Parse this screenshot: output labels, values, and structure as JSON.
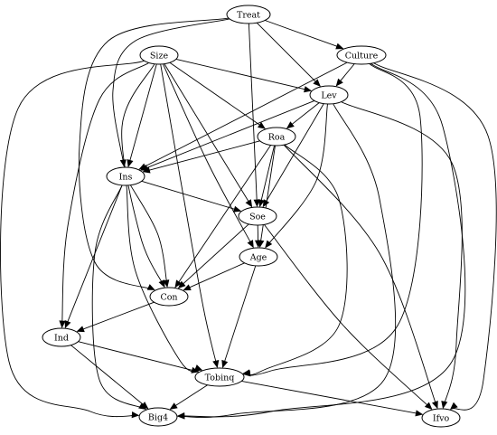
{
  "nodes": [
    {
      "id": "treat",
      "label": "Treat"
    },
    {
      "id": "culture",
      "label": "Culture"
    },
    {
      "id": "size",
      "label": "Size"
    },
    {
      "id": "lev",
      "label": "Lev"
    },
    {
      "id": "roa",
      "label": "Roa"
    },
    {
      "id": "ins",
      "label": "Ins"
    },
    {
      "id": "soe",
      "label": "Soe"
    },
    {
      "id": "age",
      "label": "Age"
    },
    {
      "id": "con",
      "label": "Con"
    },
    {
      "id": "ind",
      "label": "Ind"
    },
    {
      "id": "tobinq",
      "label": "Tobinq"
    },
    {
      "id": "big4",
      "label": "Big4"
    },
    {
      "id": "ifvo",
      "label": "Ifvo"
    }
  ],
  "edges": [
    {
      "from": "treat",
      "to": "culture"
    },
    {
      "from": "treat",
      "to": "lev"
    },
    {
      "from": "treat",
      "to": "soe"
    },
    {
      "from": "treat",
      "to": "ins"
    },
    {
      "from": "treat",
      "to": "con"
    },
    {
      "from": "culture",
      "to": "lev"
    },
    {
      "from": "culture",
      "to": "ins"
    },
    {
      "from": "culture",
      "to": "tobinq"
    },
    {
      "from": "culture",
      "to": "big4"
    },
    {
      "from": "culture",
      "to": "ifvo"
    },
    {
      "from": "size",
      "to": "lev"
    },
    {
      "from": "size",
      "to": "roa"
    },
    {
      "from": "size",
      "to": "ins"
    },
    {
      "from": "size",
      "to": "soe"
    },
    {
      "from": "size",
      "to": "age"
    },
    {
      "from": "size",
      "to": "con"
    },
    {
      "from": "size",
      "to": "ind"
    },
    {
      "from": "size",
      "to": "tobinq"
    },
    {
      "from": "size",
      "to": "big4"
    },
    {
      "from": "lev",
      "to": "roa"
    },
    {
      "from": "lev",
      "to": "ins"
    },
    {
      "from": "lev",
      "to": "soe"
    },
    {
      "from": "lev",
      "to": "age"
    },
    {
      "from": "lev",
      "to": "big4"
    },
    {
      "from": "lev",
      "to": "ifvo"
    },
    {
      "from": "roa",
      "to": "ins"
    },
    {
      "from": "roa",
      "to": "soe"
    },
    {
      "from": "roa",
      "to": "age"
    },
    {
      "from": "roa",
      "to": "con"
    },
    {
      "from": "roa",
      "to": "tobinq"
    },
    {
      "from": "roa",
      "to": "ifvo"
    },
    {
      "from": "ins",
      "to": "soe"
    },
    {
      "from": "ins",
      "to": "con"
    },
    {
      "from": "ins",
      "to": "ind"
    },
    {
      "from": "ins",
      "to": "tobinq"
    },
    {
      "from": "ins",
      "to": "big4"
    },
    {
      "from": "soe",
      "to": "age"
    },
    {
      "from": "soe",
      "to": "con"
    },
    {
      "from": "soe",
      "to": "ifvo"
    },
    {
      "from": "age",
      "to": "con"
    },
    {
      "from": "age",
      "to": "tobinq"
    },
    {
      "from": "con",
      "to": "ind"
    },
    {
      "from": "ind",
      "to": "tobinq"
    },
    {
      "from": "ind",
      "to": "big4"
    },
    {
      "from": "tobinq",
      "to": "big4"
    },
    {
      "from": "tobinq",
      "to": "ifvo"
    }
  ]
}
